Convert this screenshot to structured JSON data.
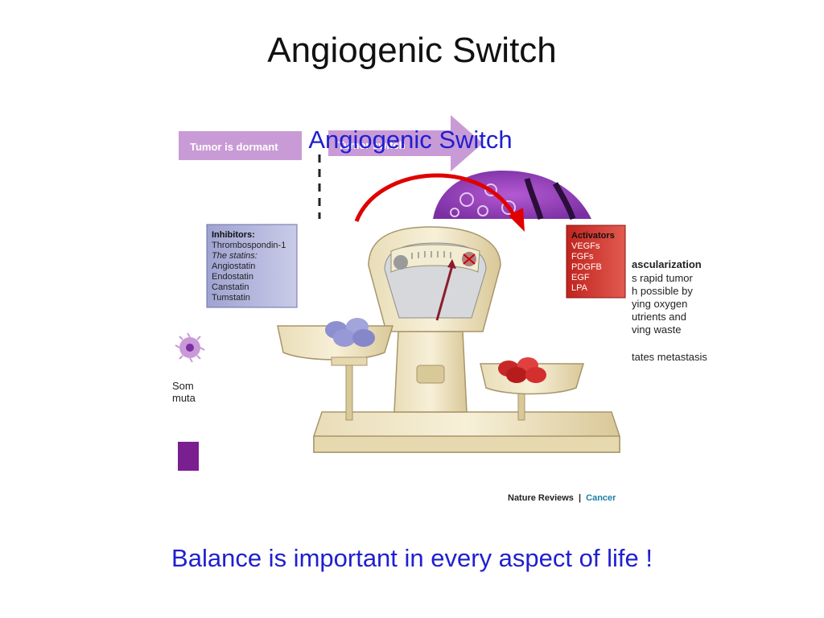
{
  "slide": {
    "title": "Angiogenic Switch",
    "overlay_title": "Angiogenic Switch",
    "caption": "Balance is important in every aspect of life !"
  },
  "figure": {
    "arrow_left_label": "Tumor is dormant",
    "arrow_right_label": "Tumor switch",
    "inhibitors": {
      "heading": "Inhibitors:",
      "items": [
        "Thrombospondin-1",
        "The statins:",
        "Angiostatin",
        "Endostatin",
        "Canstatin",
        "Tumstatin"
      ]
    },
    "activators": {
      "heading": "Activators",
      "items": [
        "VEGFs",
        "FGFs",
        "PDGFB",
        "EGF",
        "LPA"
      ]
    },
    "vascularization": {
      "heading": "ascularization",
      "lines": [
        "s rapid tumor",
        "h possible by",
        "ying oxygen",
        "utrients and",
        "ving waste",
        "tates metastasis"
      ]
    },
    "somatic_label": [
      "Som",
      "muta"
    ],
    "credit_source": "Nature Reviews",
    "credit_separator": "|",
    "credit_journal": "Cancer"
  },
  "colors": {
    "title_text": "#111111",
    "blue_text": "#1f1fd0",
    "arrow_purple": "#c99bd6",
    "inhibitor_box": "#a7aad3",
    "activator_box": "#d13a33",
    "switch_arrow": "#e00000",
    "tumor_purple": "#8a3bb0"
  }
}
